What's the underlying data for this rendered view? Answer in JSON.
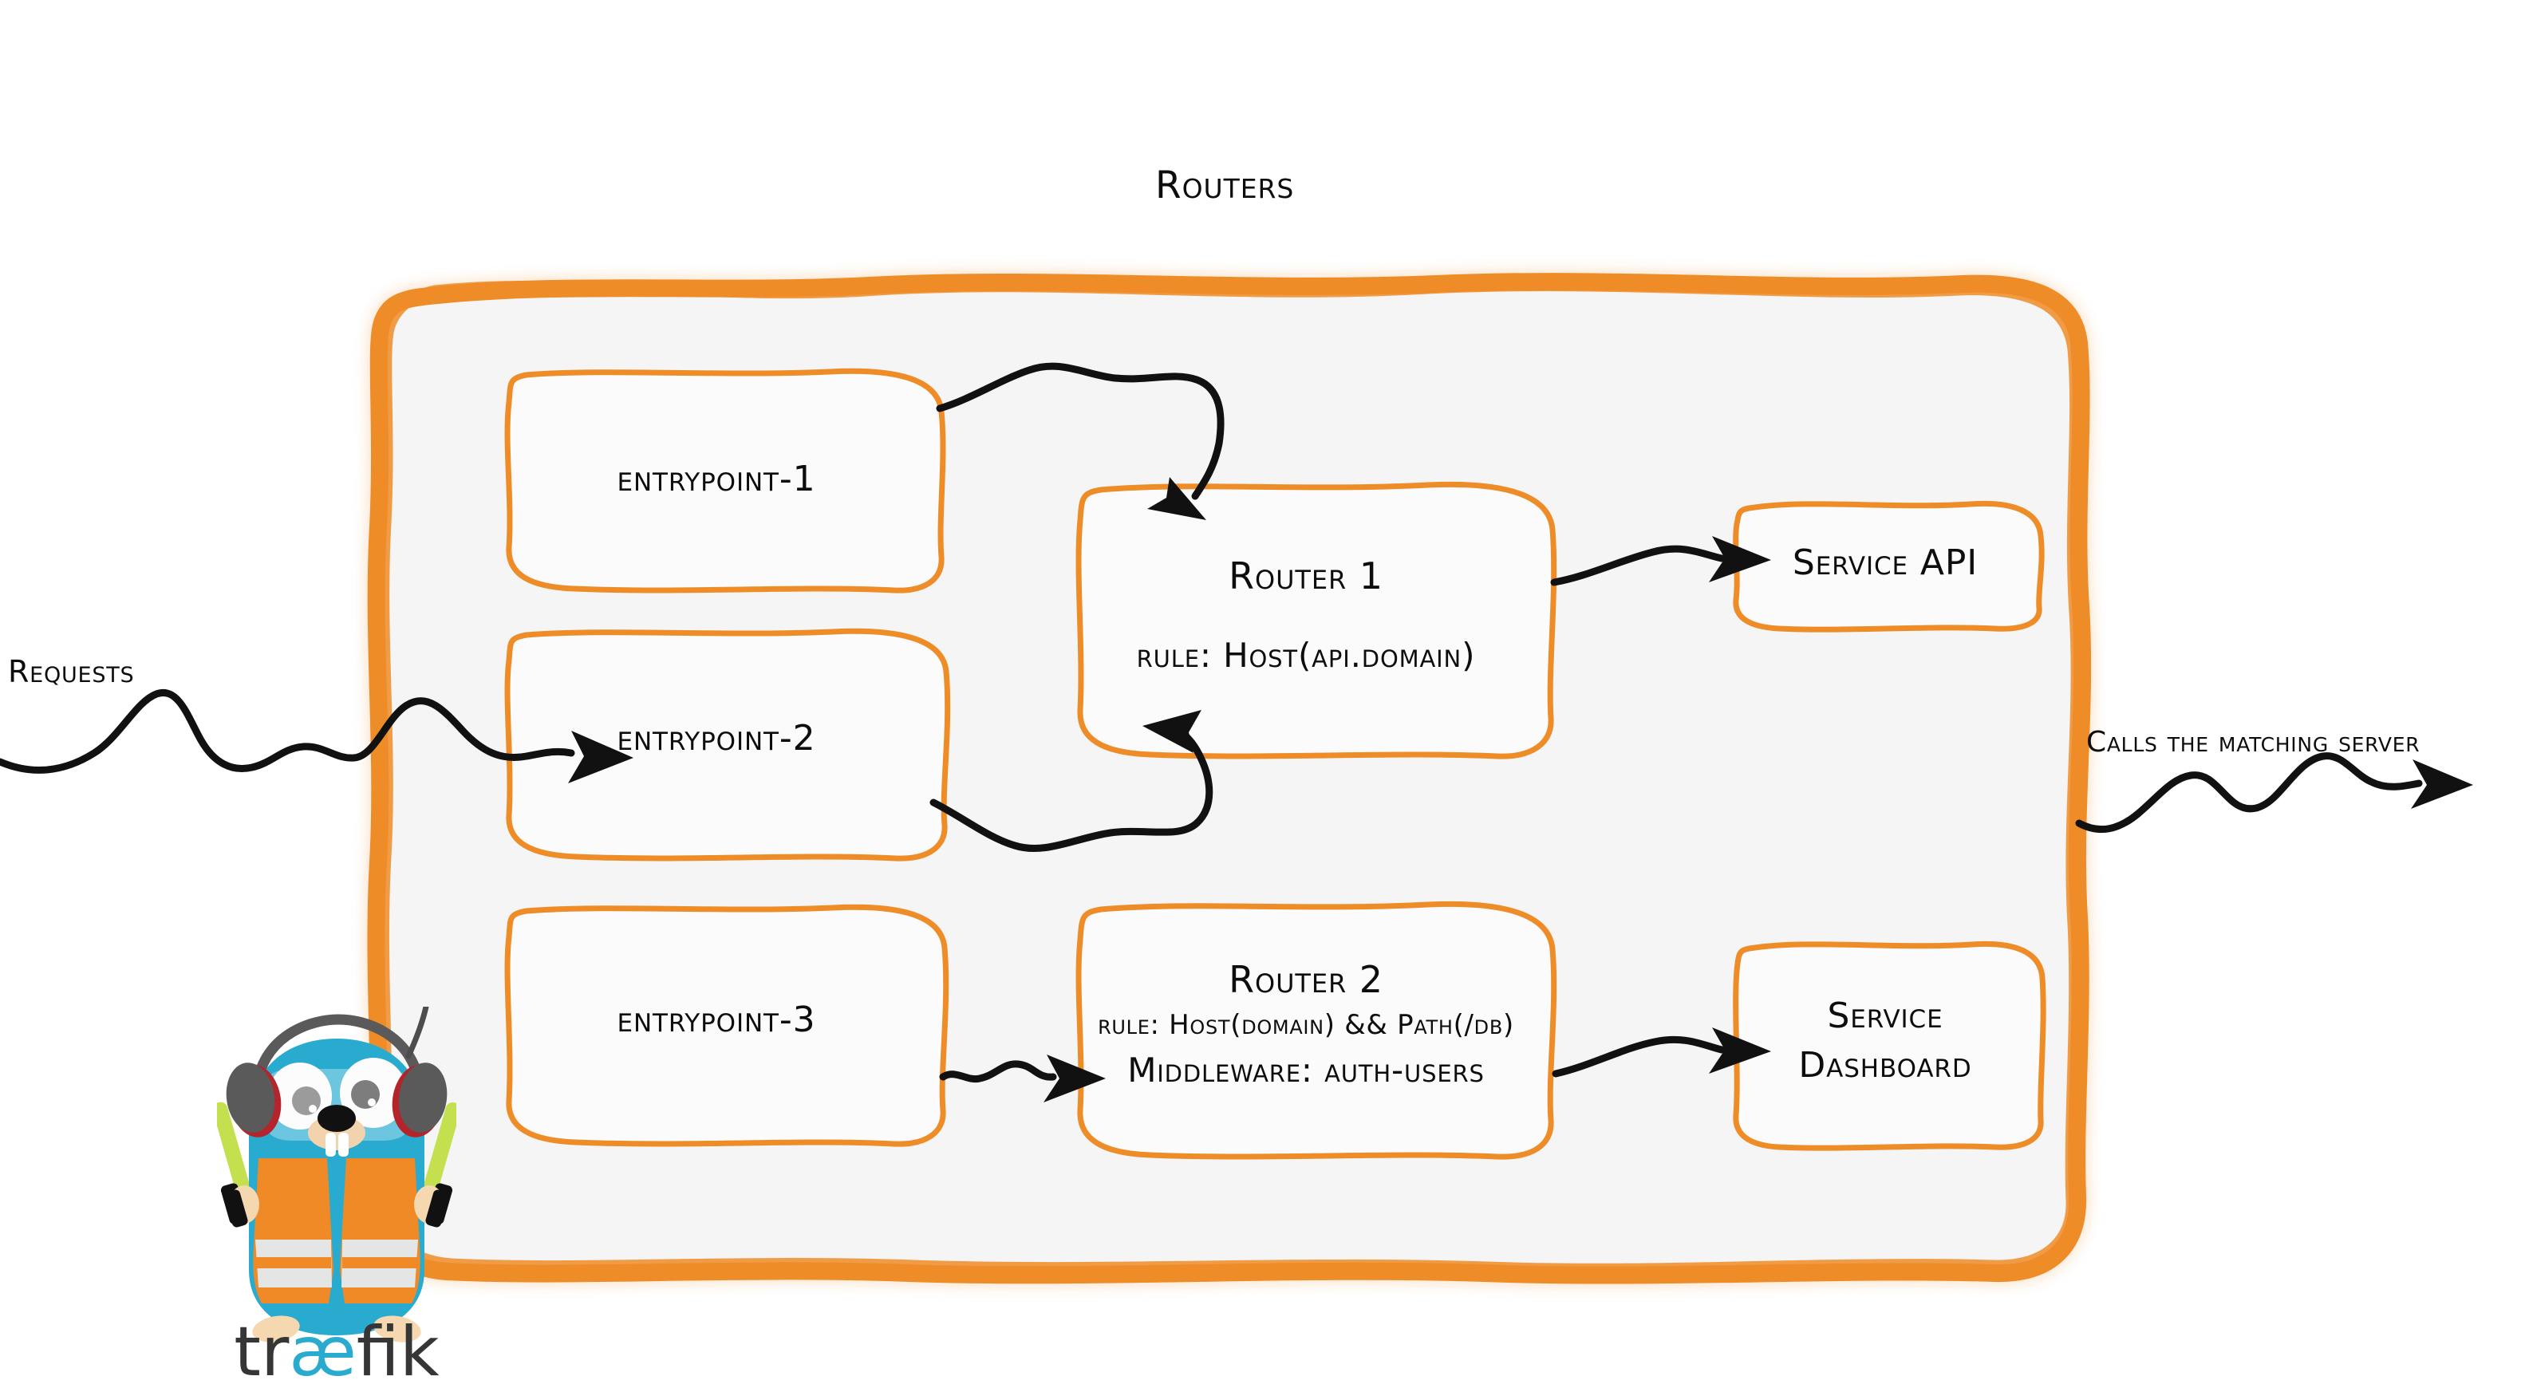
{
  "diagram": {
    "title": "Routers",
    "brand_color": "#ee8c28",
    "panel_fill": "#f5f5f5",
    "ink_color": "#0d0d0d"
  },
  "flow_labels": {
    "left": "Requests",
    "right": "Calls the matching server"
  },
  "entrypoints": [
    {
      "label": "entrypoint-1"
    },
    {
      "label": "entrypoint-2"
    },
    {
      "label": "entrypoint-3"
    }
  ],
  "routers": [
    {
      "title": "Router 1",
      "rule": "rule: Host(api.domain)",
      "middleware": ""
    },
    {
      "title": "Router 2",
      "rule": "rule: Host(domain) && Path(/db)",
      "middleware": "Middleware: auth-users"
    }
  ],
  "services": [
    {
      "label": "Service API"
    },
    {
      "line1": "Service",
      "line2": "Dashboard"
    }
  ],
  "logo": {
    "wordmark_prefix": "tr",
    "wordmark_ligature": "æ",
    "wordmark_suffix": "fik",
    "body_color": "#29abd0",
    "vest_color": "#ef8a27",
    "stripe_color": "#e4e6e6",
    "wordmark_color": "#363636",
    "ligature_color": "#29abd0",
    "wand_color": "#c4e04e",
    "headphone_color": "#5a5a5a",
    "headphone_accent": "#b5232b",
    "skin_color": "#f6d8b0"
  }
}
